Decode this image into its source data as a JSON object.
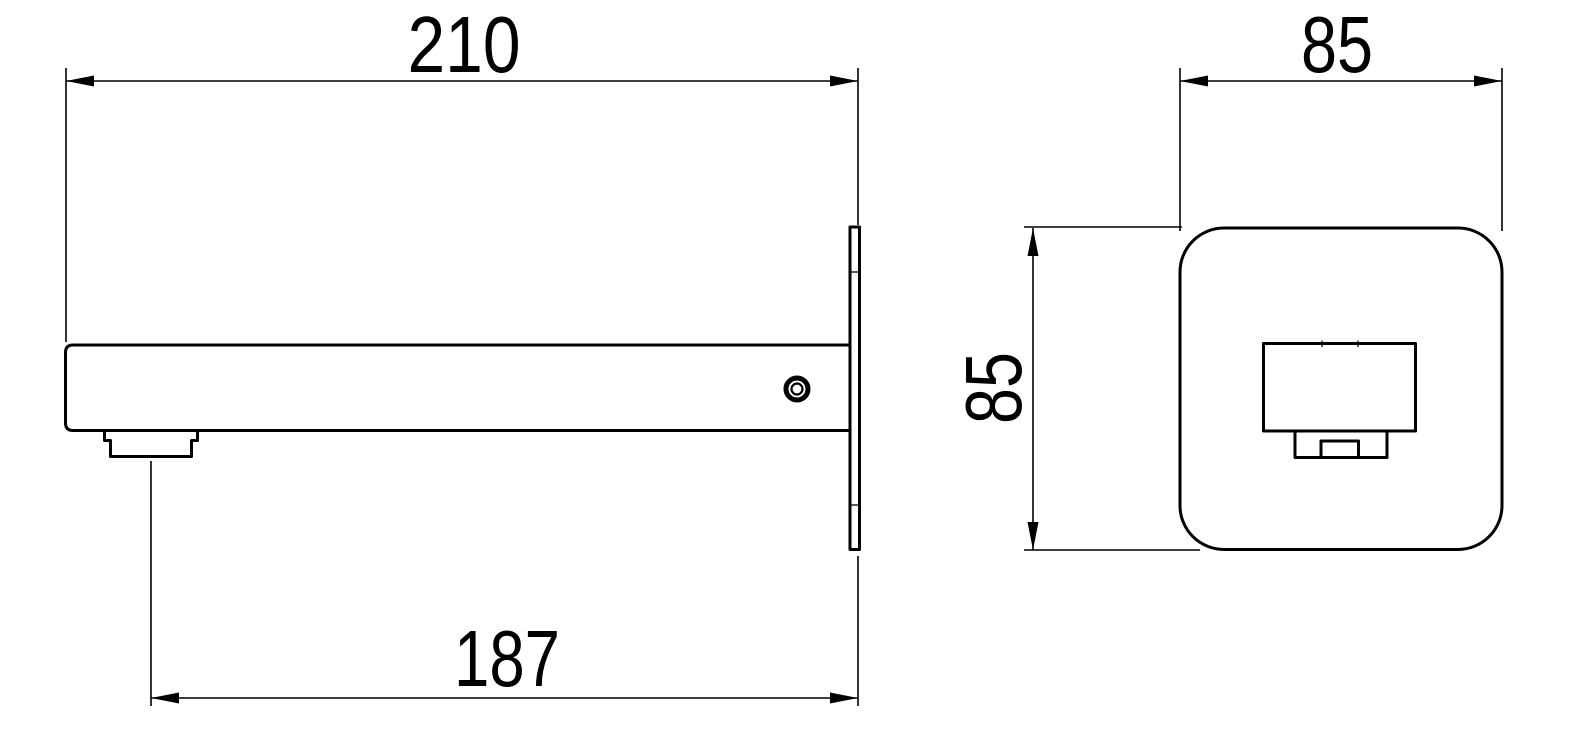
{
  "canvas": {
    "background": "#ffffff",
    "line_color": "#000000"
  },
  "dimensions": {
    "side_overall_length": "210",
    "side_spout_reach": "187",
    "front_plate_width": "85",
    "front_plate_height": "85"
  }
}
